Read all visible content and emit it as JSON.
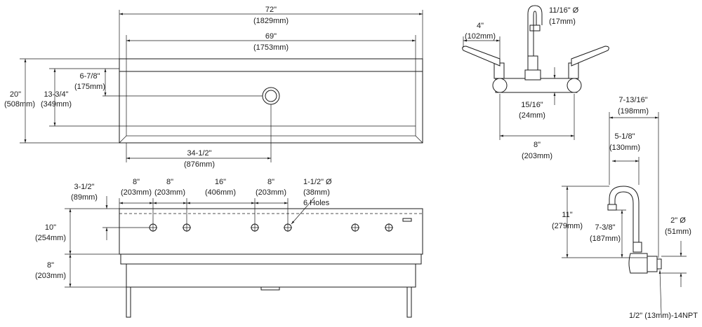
{
  "top_view": {
    "dim_72": {
      "imperial": "72\"",
      "metric": "(1829mm)"
    },
    "dim_69": {
      "imperial": "69\"",
      "metric": "(1753mm)"
    },
    "dim_20": {
      "imperial": "20\"",
      "metric": "(508mm)"
    },
    "dim_13_3_4": {
      "imperial": "13-3/4\"",
      "metric": "(349mm)"
    },
    "dim_6_7_8": {
      "imperial": "6-7/8\"",
      "metric": "(175mm)"
    },
    "dim_34_1_2": {
      "imperial": "34-1/2\"",
      "metric": "(876mm)"
    }
  },
  "front_view": {
    "dim_3_1_2": {
      "imperial": "3-1/2\"",
      "metric": "(89mm)"
    },
    "dim_10": {
      "imperial": "10\"",
      "metric": "(254mm)"
    },
    "dim_8_bottom": {
      "imperial": "8\"",
      "metric": "(203mm)"
    },
    "spacing": [
      {
        "imperial": "8\"",
        "metric": "(203mm)"
      },
      {
        "imperial": "8\"",
        "metric": "(203mm)"
      },
      {
        "imperial": "16\"",
        "metric": "(406mm)"
      },
      {
        "imperial": "8\"",
        "metric": "(203mm)"
      }
    ],
    "holes": {
      "imperial": "1-1/2\" Ø",
      "metric": "(38mm)",
      "note": "6 Holes"
    }
  },
  "faucet_front": {
    "dim_4": {
      "imperial": "4\"",
      "metric": "(102mm)"
    },
    "dim_spout": {
      "imperial": "11/16\" Ø",
      "metric": "(17mm)"
    },
    "dim_15_16": {
      "imperial": "15/16\"",
      "metric": "(24mm)"
    },
    "dim_8": {
      "imperial": "8\"",
      "metric": "(203mm)"
    }
  },
  "faucet_side": {
    "dim_7_13_16": {
      "imperial": "7-13/16\"",
      "metric": "(198mm)"
    },
    "dim_5_1_8": {
      "imperial": "5-1/8\"",
      "metric": "(130mm)"
    },
    "dim_11": {
      "imperial": "11\"",
      "metric": "(279mm)"
    },
    "dim_7_3_8": {
      "imperial": "7-3/8\"",
      "metric": "(187mm)"
    },
    "dim_2": {
      "imperial": "2\" Ø",
      "metric": "(51mm)"
    },
    "connection": "1/2\" (13mm)-14NPT"
  }
}
